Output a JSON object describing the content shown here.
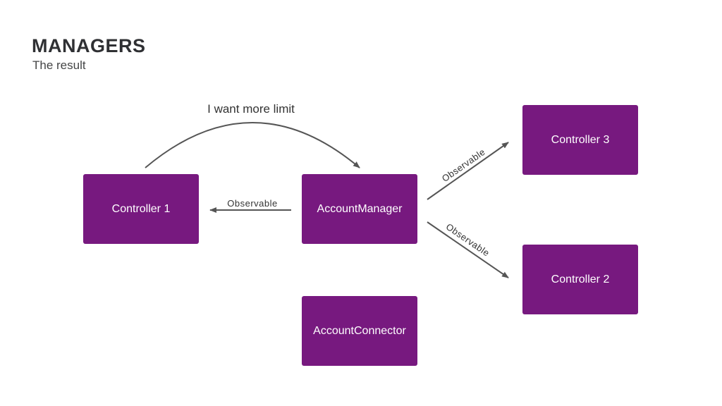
{
  "header": {
    "title": "MANAGERS",
    "subtitle": "The result"
  },
  "diagram": {
    "box_color": "#77197f",
    "line_color": "#555555",
    "nodes": {
      "controller1": "Controller 1",
      "account_manager": "AccountManager",
      "account_connector": "AccountConnector",
      "controller3": "Controller 3",
      "controller2": "Controller 2"
    },
    "edges": {
      "request": "I want more limit",
      "to_controller1": "Observable",
      "to_controller3": "Observable",
      "to_controller2": "Observable"
    }
  }
}
